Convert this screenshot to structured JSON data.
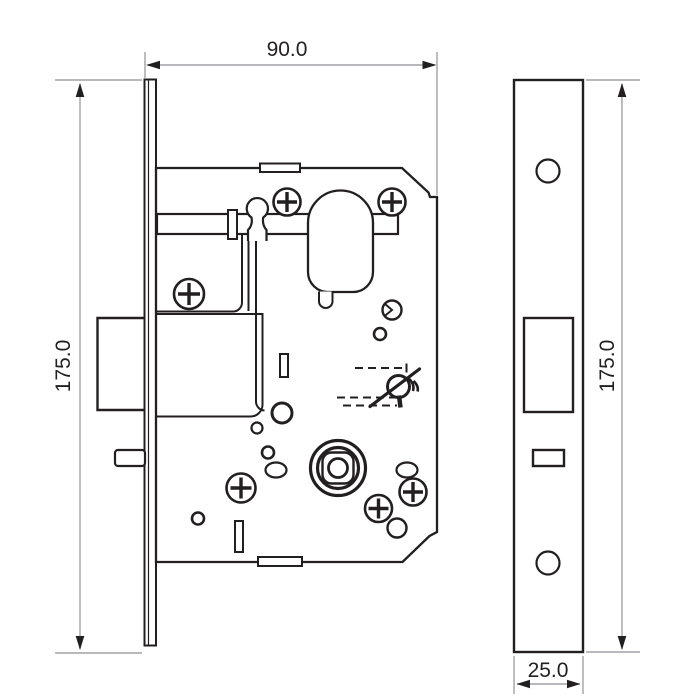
{
  "drawing": {
    "subject": "mortise lock technical drawing",
    "dimensions": {
      "body_width": "90.0",
      "body_height": "175.0",
      "faceplate_height": "175.0",
      "faceplate_width": "25.0"
    },
    "colors": {
      "outline": "#231f20",
      "dimension_line": "#a0a2a5",
      "background": "#ffffff"
    },
    "icons": {
      "screw": "phillips-screw-icon",
      "no_key": "no-key-icon"
    }
  }
}
